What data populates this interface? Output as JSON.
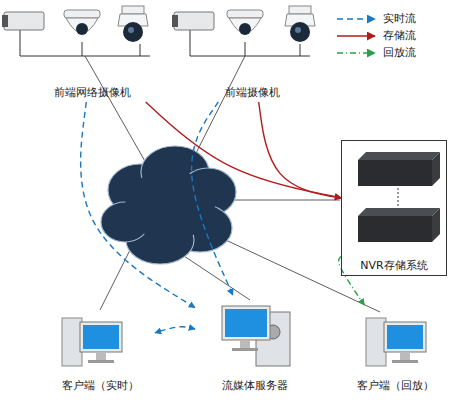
{
  "diagram": {
    "nodes": [
      {
        "text": [
          "前端网络摄像机"
        ]
      },
      {
        "text": [
          "前端摄像机"
        ]
      },
      {
        "text": [
          "NVR存储系统"
        ]
      },
      {
        "text": [
          "客户端（实时）"
        ]
      },
      {
        "text": [
          "流媒体服务器"
        ]
      },
      {
        "text": [
          "客户端（回放）"
        ]
      }
    ],
    "edges": [
      {
        "from": 0,
        "to": 2,
        "arrow": "to"
      },
      {
        "from": 1,
        "to": 2,
        "arrow": "to"
      },
      {
        "from": 0,
        "to": 4,
        "arrow": "to"
      },
      {
        "from": 1,
        "to": 4,
        "arrow": "to"
      },
      {
        "from": 4,
        "to": 3,
        "arrow": "both"
      },
      {
        "from": 2,
        "to": 5,
        "arrow": "to"
      }
    ],
    "legend": [
      {
        "text": "实时流"
      },
      {
        "text": "存储流"
      },
      {
        "text": "回放流"
      }
    ]
  }
}
